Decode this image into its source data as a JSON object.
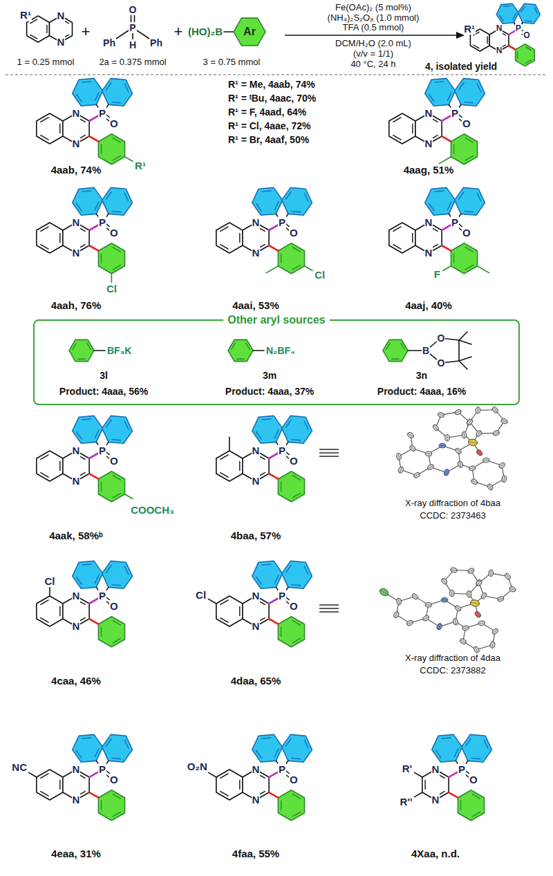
{
  "diagram": {
    "nodes": [
      {
        "text": [
          "Other aryl sources"
        ]
      },
      {
        "text": [
          "Ar"
        ]
      }
    ],
    "labels": [
      "R¹",
      "N",
      "N",
      "+",
      "O",
      "P",
      "H",
      "Ph",
      "Ph",
      "+",
      "(HO)₂B",
      "1 = 0.25 mmol",
      "2a = 0.375 mmol",
      "3 = 0.75 mmol",
      "Fe(OAc)₂ (5 mol%)",
      "(NH₄)₂S₂O₈ (1.0 mmol)",
      "TFA (0.5 mmol)",
      "DCM/H₂O (2.0 mL)",
      "(v/v = 1/1)",
      "40 °C, 24 h",
      "R¹",
      "N",
      "N",
      "P",
      "O",
      "4, isolated yield",
      "N",
      "N",
      "P",
      "O",
      "R¹",
      "4aab, 74%",
      "R¹ = Me, 4aab, 74%",
      "R¹ = ᵗBu, 4aac, 70%",
      "R¹ = F, 4aad, 64%",
      "R¹ = Cl, 4aae, 72%",
      "R¹ = Br, 4aaf, 50%",
      "N",
      "N",
      "P",
      "O",
      "4aag, 51%",
      "N",
      "N",
      "P",
      "O",
      "Cl",
      "4aah, 76%",
      "N",
      "N",
      "P",
      "O",
      "Cl",
      "4aai, 53%",
      "N",
      "N",
      "P",
      "O",
      "F",
      "4aaj, 40%",
      "BF₃K",
      "3l",
      "Product: 4aaa, 56%",
      "N₂BF₄",
      "3m",
      "Product: 4aaa, 37%",
      "B",
      "O",
      "O",
      "3n",
      "Product: 4aaa, 16%",
      "N",
      "N",
      "P",
      "O",
      "COOCH₃",
      "4aak, 58%ᵇ",
      "N",
      "N",
      "P",
      "O",
      "4baa, 57%",
      "X-ray diffraction of 4baa",
      "CCDC: 2373463",
      "Cl",
      "N",
      "N",
      "P",
      "O",
      "4caa, 46%",
      "Cl",
      "N",
      "N",
      "P",
      "O",
      "4daa, 65%",
      "X-ray diffraction of 4daa",
      "CCDC: 2373882",
      "NC",
      "N",
      "N",
      "P",
      "O",
      "4eaa, 31%",
      "O₂N",
      "N",
      "N",
      "P",
      "O",
      "4faa, 55%",
      "R'",
      "R''",
      "N",
      "N",
      "P",
      "O",
      "4Xaa, n.d."
    ]
  }
}
